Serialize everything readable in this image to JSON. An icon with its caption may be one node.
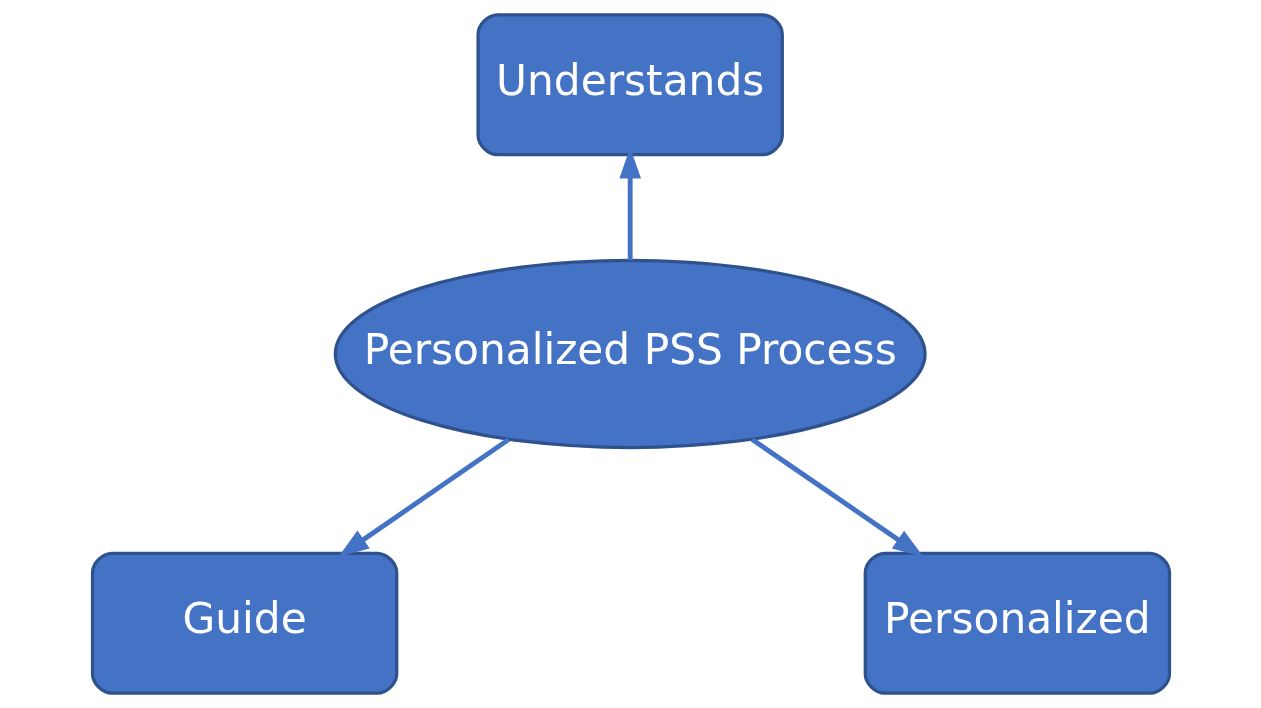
{
  "diagram": {
    "nodes": [
      {
        "text": [
          "Understands"
        ]
      },
      {
        "text": [
          "Personalized PSS Process"
        ]
      },
      {
        "text": [
          "Guide"
        ]
      },
      {
        "text": [
          "Personalized"
        ]
      }
    ],
    "edges": [
      {
        "from": 1,
        "to": 0,
        "arrow": "to"
      },
      {
        "from": 1,
        "to": 2,
        "arrow": "to"
      },
      {
        "from": 1,
        "to": 3,
        "arrow": "to"
      }
    ]
  }
}
